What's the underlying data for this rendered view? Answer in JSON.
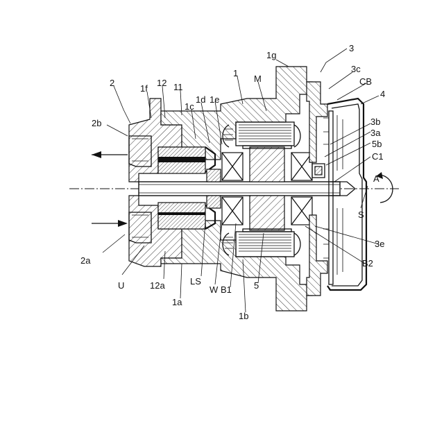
{
  "diagram": {
    "labels": {
      "l_3": "3",
      "l_1g": "1g",
      "l_3c": "3c",
      "l_CB": "CB",
      "l_4": "4",
      "l_1": "1",
      "l_M": "M",
      "l_2": "2",
      "l_1f": "1f",
      "l_12": "12",
      "l_11": "11",
      "l_1d": "1d",
      "l_1e": "1e",
      "l_1c": "1c",
      "l_2b": "2b",
      "l_3b": "3b",
      "l_3a": "3a",
      "l_5b": "5b",
      "l_C1": "C1",
      "l_A": "A",
      "l_S": "S",
      "l_3e": "3e",
      "l_B2": "B2",
      "l_2a": "2a",
      "l_U": "U",
      "l_12a": "12a",
      "l_LS": "LS",
      "l_W": "W",
      "l_B1": "B1",
      "l_5": "5",
      "l_1a": "1a",
      "l_1b": "1b"
    }
  }
}
